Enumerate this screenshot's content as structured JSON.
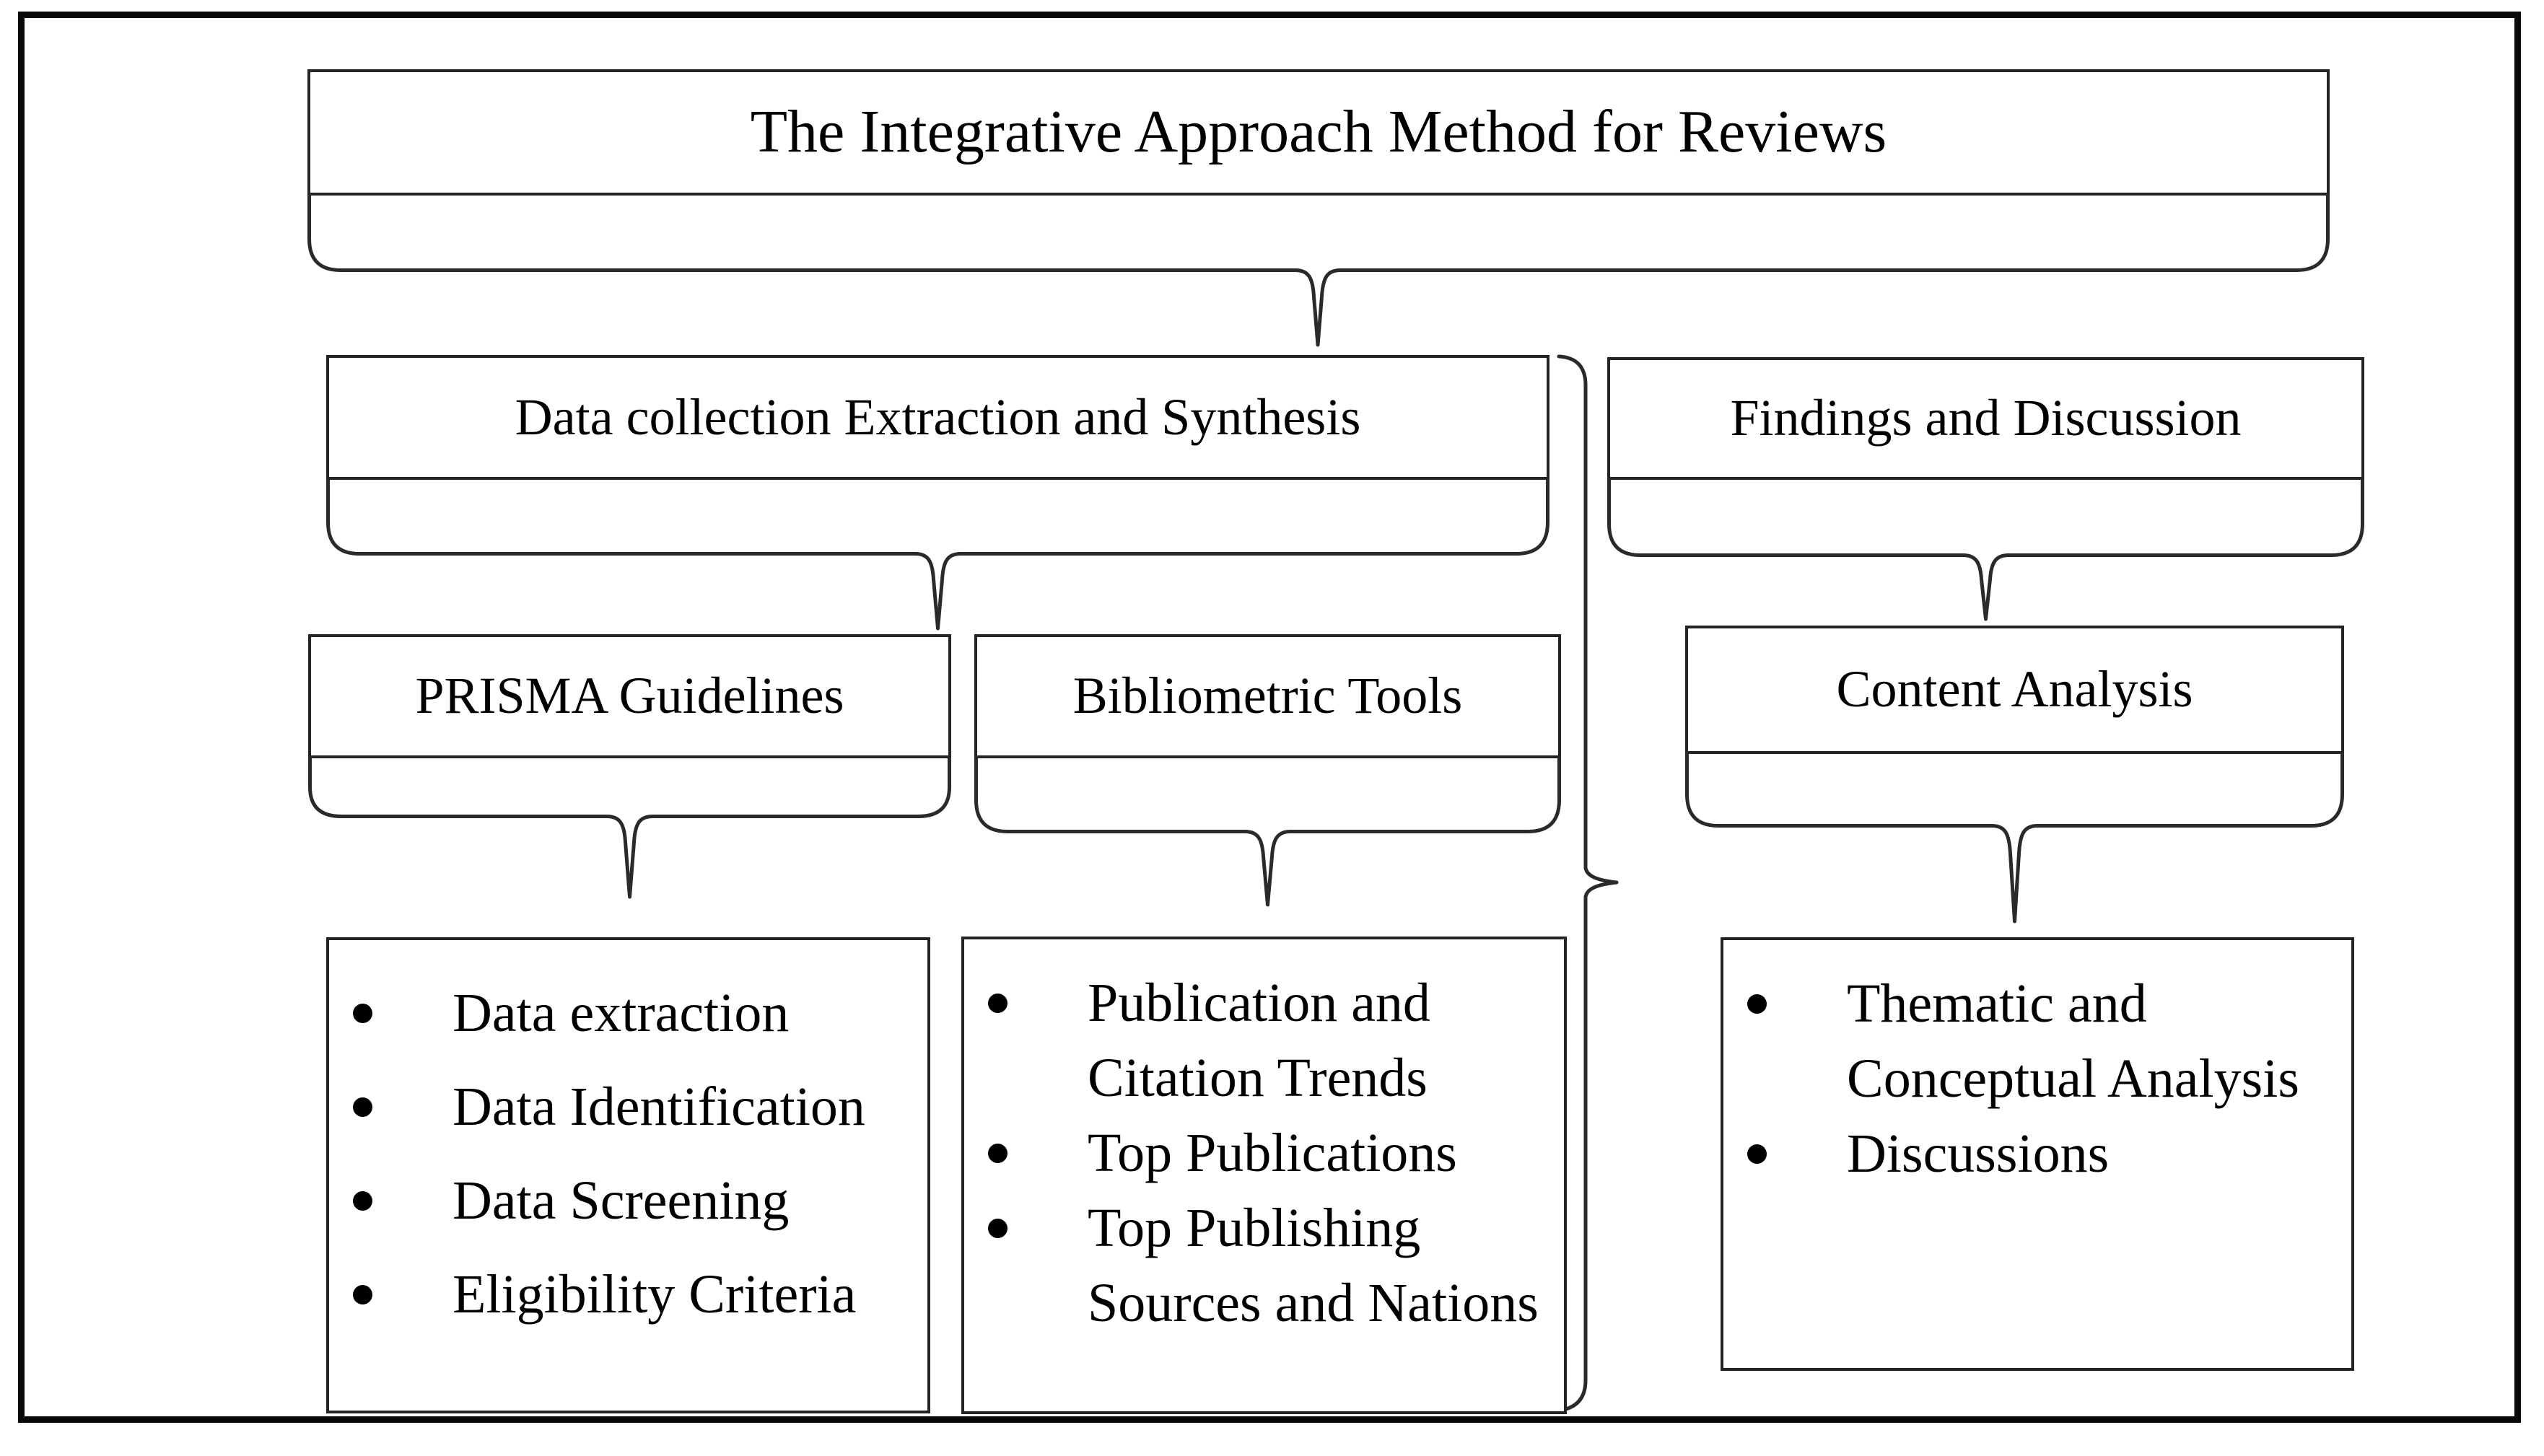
{
  "diagram": {
    "title": "The Integrative Approach Method for Reviews",
    "sections": {
      "data_collection": {
        "label": "Data collection Extraction and Synthesis"
      },
      "findings": {
        "label": "Findings and Discussion"
      },
      "prisma": {
        "label": "PRISMA Guidelines",
        "items": [
          "Data extraction",
          "Data Identification",
          "Data Screening",
          "Eligibility Criteria"
        ]
      },
      "bibliometric": {
        "label": "Bibliometric Tools",
        "items": [
          "Publication and Citation Trends",
          "Top Publications",
          "Top Publishing Sources and Nations"
        ]
      },
      "content_analysis": {
        "label": "Content Analysis",
        "items": [
          "Thematic and Conceptual Analysis",
          "Discussions"
        ]
      }
    },
    "colors": {
      "line": "#2a2a2a",
      "border": "#242424",
      "text": "#000000",
      "background": "#ffffff"
    }
  }
}
